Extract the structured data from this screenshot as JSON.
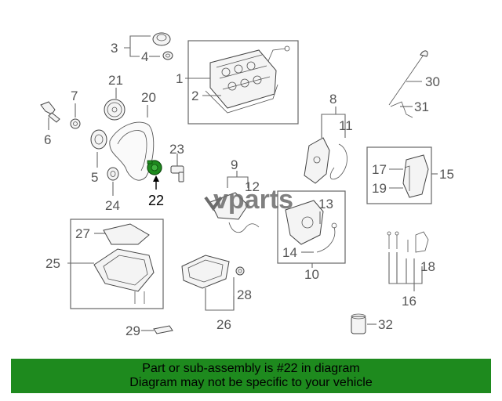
{
  "callouts": {
    "n1": "1",
    "n2": "2",
    "n3": "3",
    "n4": "4",
    "n5": "5",
    "n6": "6",
    "n7": "7",
    "n8": "8",
    "n9": "9",
    "n10": "10",
    "n11": "11",
    "n12": "12",
    "n13": "13",
    "n14": "14",
    "n15": "15",
    "n16": "16",
    "n17": "17",
    "n18": "18",
    "n19": "19",
    "n20": "20",
    "n21": "21",
    "n22": "22",
    "n23": "23",
    "n24": "24",
    "n25": "25",
    "n26": "26",
    "n27": "27",
    "n28": "28",
    "n29": "29",
    "n30": "30",
    "n31": "31",
    "n32": "32"
  },
  "highlighted_part": "22",
  "watermark": "vparts",
  "banner": {
    "line1": "Part or sub-assembly is #22 in diagram",
    "line2": "Diagram may not be specific to your vehicle"
  },
  "colors": {
    "highlight_part": "#1e8a1e",
    "banner_bg": "#1e8a1e",
    "banner_text": "#000000"
  }
}
